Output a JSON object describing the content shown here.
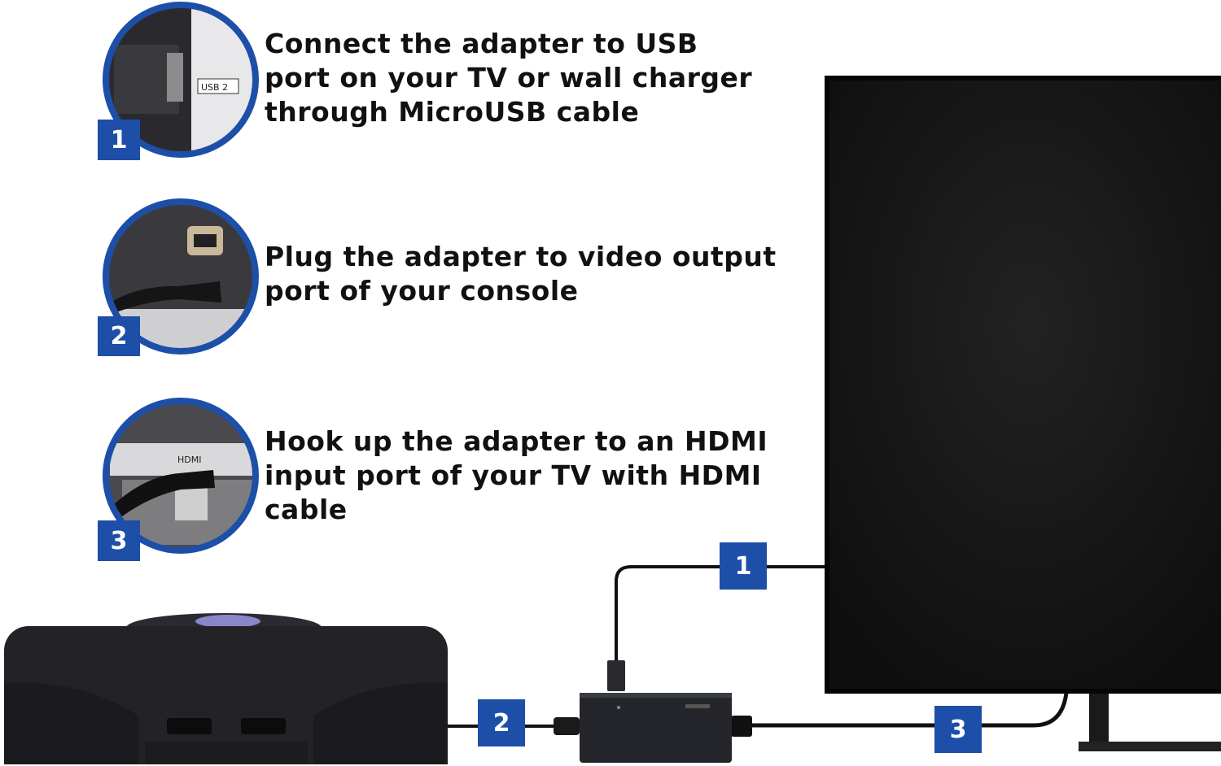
{
  "steps": [
    {
      "number": "1",
      "text_lines": [
        "Connect the adapter to USB",
        "port on your TV or wall charger",
        "through MicroUSB cable"
      ],
      "photo_label": "USB 2"
    },
    {
      "number": "2",
      "text_lines": [
        "Plug the adapter to video output",
        "port of your console"
      ]
    },
    {
      "number": "3",
      "text_lines": [
        "Hook up the adapter to an HDMI",
        "input port of your TV with HDMI",
        "cable"
      ],
      "photo_label": "HDMI"
    }
  ],
  "diagram_badges": {
    "usb": "1",
    "video": "2",
    "hdmi": "3"
  },
  "colors": {
    "accent_blue": "#1d4fa8",
    "device_dark": "#1e1e22",
    "tv_screen": "#141414"
  }
}
